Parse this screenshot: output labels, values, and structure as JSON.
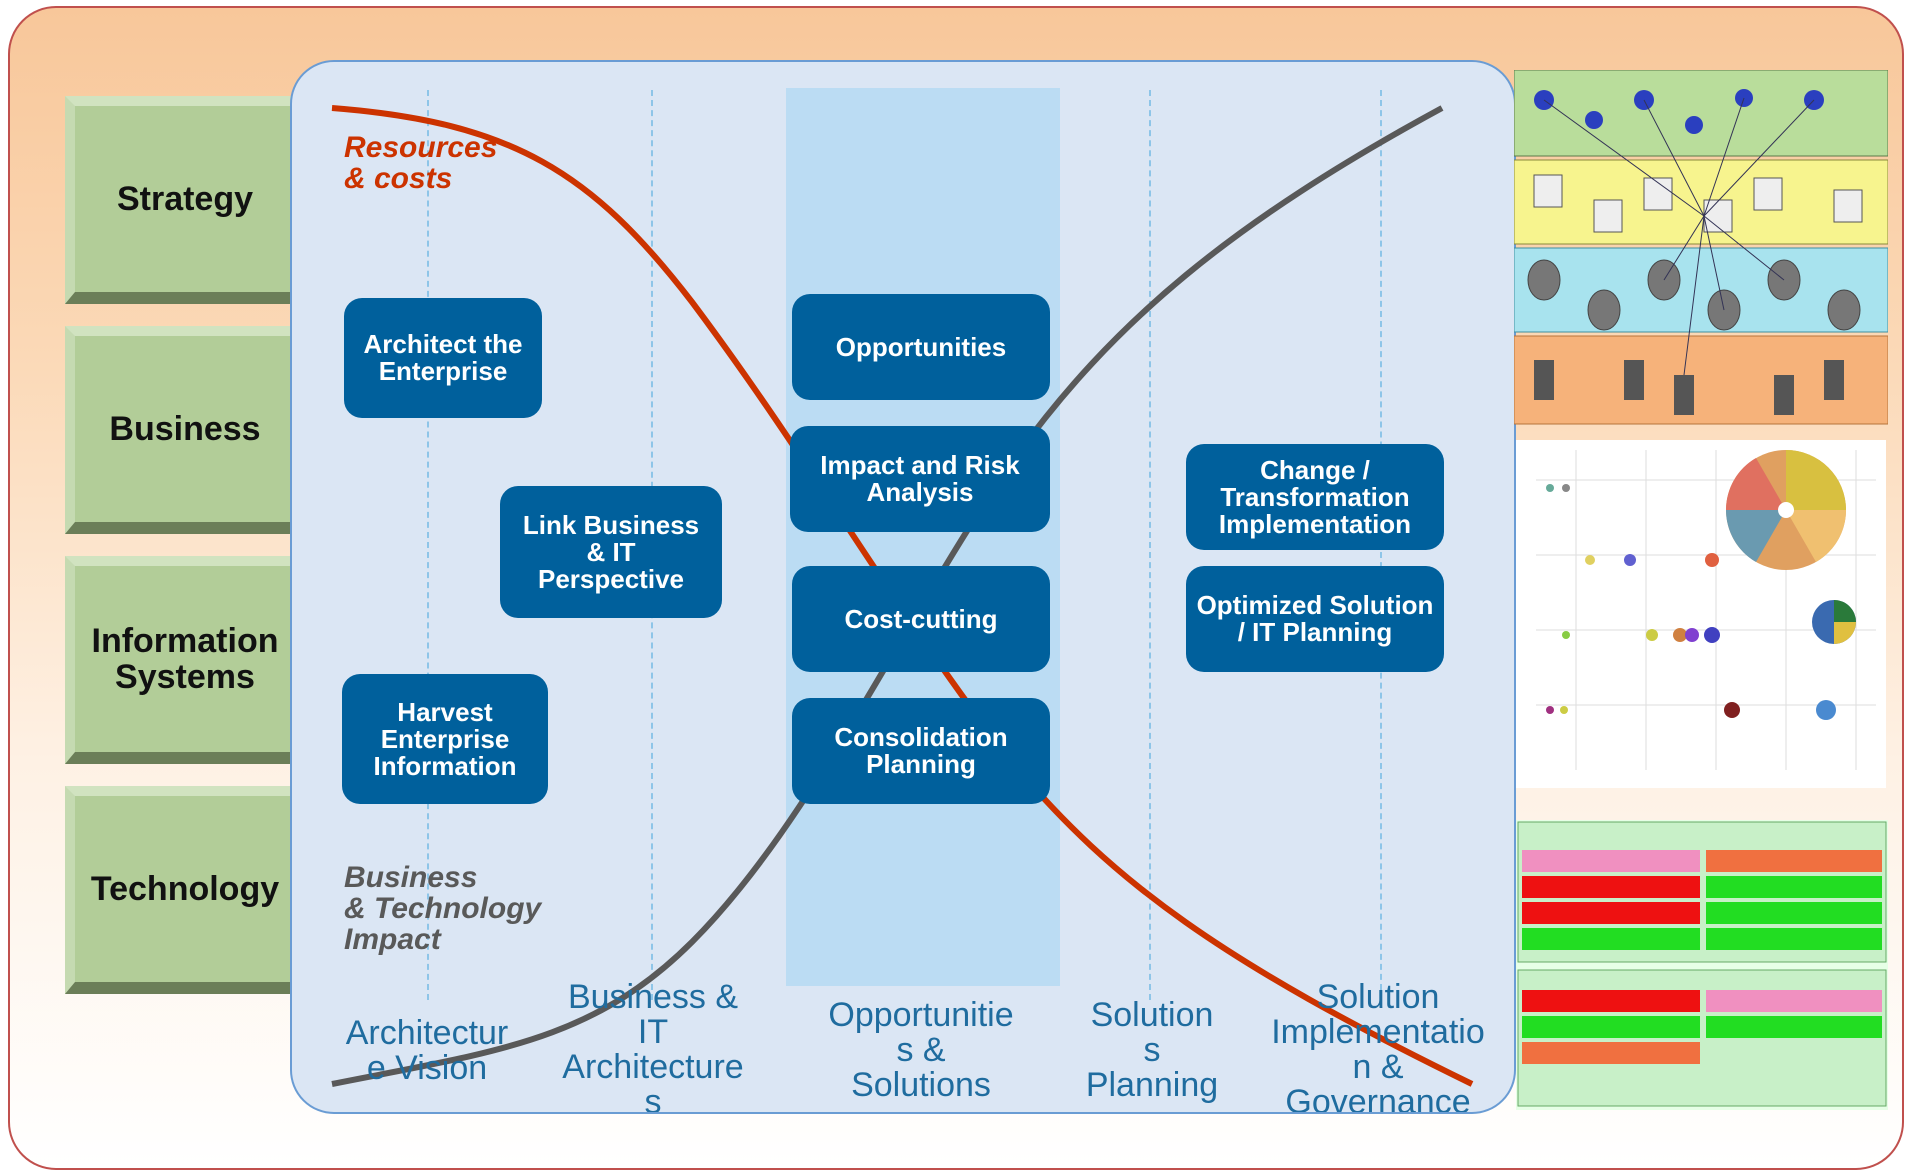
{
  "layers": [
    "Strategy",
    "Business",
    "Information\nSystems",
    "Technology"
  ],
  "curve_labels": {
    "resources": "Resources\n& costs",
    "impact": "Business\n& Technology\nImpact"
  },
  "steps": {
    "architect": "Architect the\nEnterprise",
    "link": "Link Business\n& IT\nPerspective",
    "harvest": "Harvest\nEnterprise\nInformation",
    "opportunities": "Opportunities",
    "impact_risk": "Impact and Risk\nAnalysis",
    "cost_cutting": "Cost-cutting",
    "consolidation": "Consolidation\nPlanning",
    "change": "Change /\nTransformation\nImplementation",
    "optimized": "Optimized Solution\n/ IT Planning"
  },
  "phases": [
    "Architectur\ne Vision",
    "Business &\nIT\nArchitecture\ns",
    "Opportunitie\ns &\nSolutions",
    "Solution\ns\nPlanning",
    "Solution\nImplementatio\nn &\nGovernance"
  ],
  "colors": {
    "resources_curve": "#cc3300",
    "impact_curve": "#595959",
    "step_box": "#00609c",
    "phase_text": "#1f6c9f"
  },
  "thumbnails": [
    "layered-architecture-model-thumbnail",
    "bubble-pie-chart-thumbnail",
    "capability-heatmap-thumbnail"
  ]
}
